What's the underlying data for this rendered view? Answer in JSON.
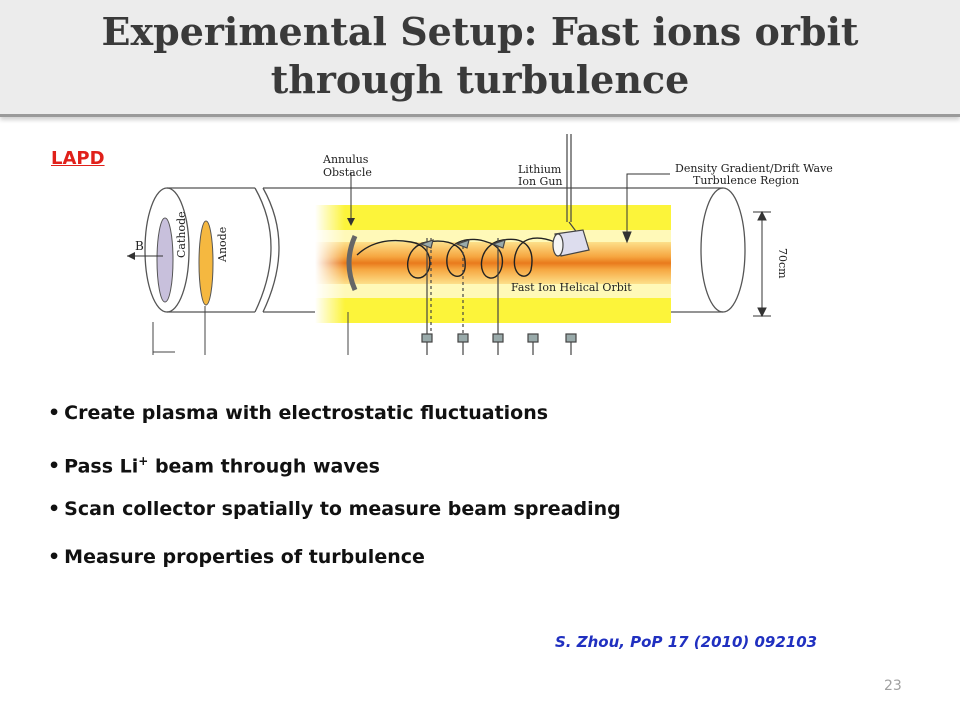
{
  "slide": {
    "title": "Experimental Setup: Fast ions orbit through turbulence",
    "lapd_label": "LAPD",
    "bullets": [
      "Create plasma with electrostatic fluctuations",
      "Pass Li",
      "beam through waves",
      "Scan collector spatially to measure beam spreading",
      "Measure properties of turbulence"
    ],
    "bullet_superscript": "+",
    "citation": "S. Zhou, PoP 17 (2010) 092103",
    "page_number": "23"
  },
  "diagram": {
    "labels": {
      "annulus": "Annulus",
      "obstacle": "Obstacle",
      "lithium": "Lithium",
      "ion_gun": "Ion Gun",
      "density_line1": "Density Gradient/Drift Wave",
      "density_line2": "Turbulence Region",
      "b_field": "B",
      "cathode": "Cathode",
      "anode": "Anode",
      "orbit": "Fast Ion Helical Orbit",
      "diameter": "70cm"
    },
    "colors": {
      "outer_band": "#fcf43a",
      "mid_band": "#fff9b8",
      "core": "#f08a24",
      "cathode": "#c8c0dc",
      "anode": "#f5b840",
      "title_text": "#3a3a3a",
      "lapd": "#e0201a",
      "citation": "#2030c0"
    }
  }
}
